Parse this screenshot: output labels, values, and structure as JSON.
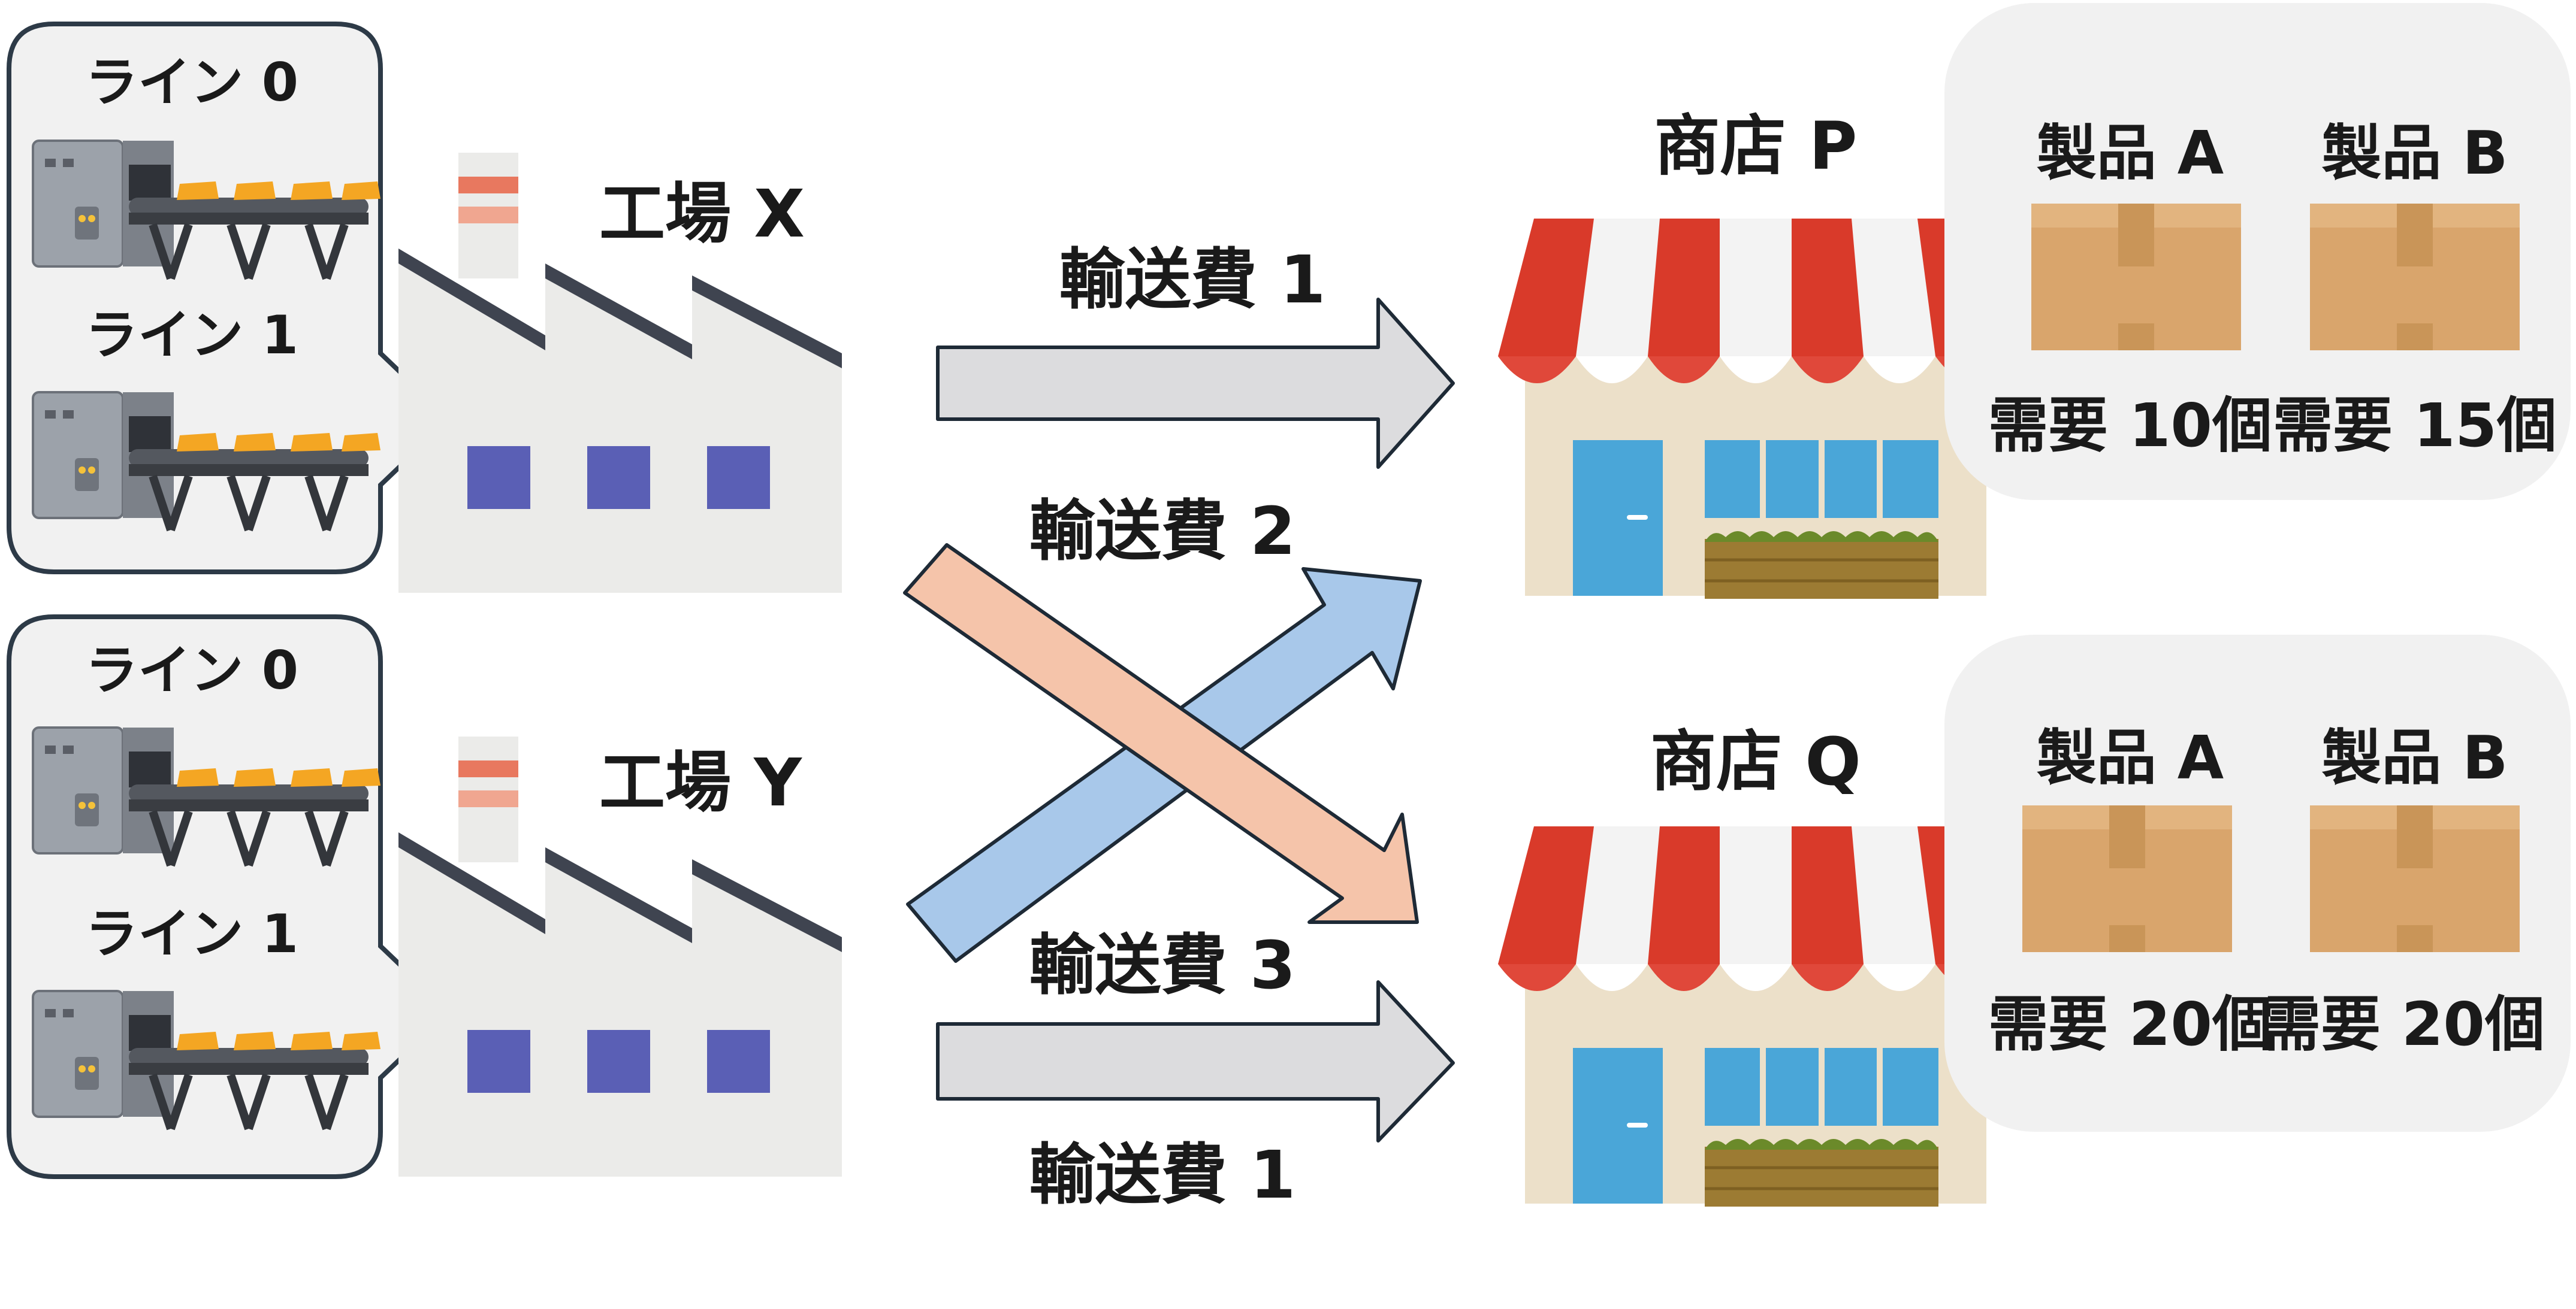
{
  "factories": [
    {
      "name": "工場 X",
      "lines": [
        "ライン 0",
        "ライン 1"
      ]
    },
    {
      "name": "工場 Y",
      "lines": [
        "ライン 0",
        "ライン 1"
      ]
    }
  ],
  "shops": [
    {
      "name": "商店 P",
      "products": [
        {
          "name": "製品 A",
          "demand": "需要 10個"
        },
        {
          "name": "製品 B",
          "demand": "需要 15個"
        }
      ]
    },
    {
      "name": "商店 Q",
      "products": [
        {
          "name": "製品 A",
          "demand": "需要 20個"
        },
        {
          "name": "製品 B",
          "demand": "需要 20個"
        }
      ]
    }
  ],
  "transport_costs": {
    "x_to_p": "輸送費 1",
    "y_to_p": "輸送費 2",
    "x_to_q": "輸送費 3",
    "y_to_q": "輸送費 1"
  },
  "colors": {
    "arrow_gray": "#dcdcde",
    "arrow_blue": "#a8c8ea",
    "arrow_salmon": "#f5c4aa",
    "factory_wall": "#ebebe9",
    "factory_window": "#5a5fb5",
    "awning_red": "#d93a2a",
    "shop_wall": "#ece0c9",
    "shop_door": "#4aa6d8",
    "box": "#d9a56c",
    "panel_bg": "#f1f1f1"
  }
}
